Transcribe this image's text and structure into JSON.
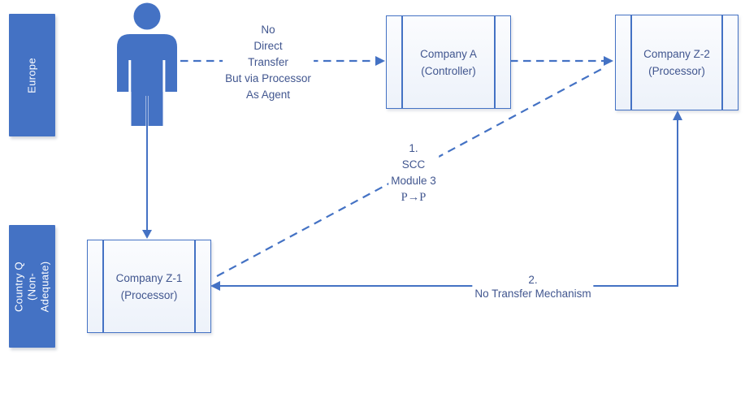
{
  "diagram": {
    "title_hint": "EU data transfer diagram",
    "regions": [
      {
        "id": "europe",
        "label": "Europe"
      },
      {
        "id": "country_q",
        "label": "Country Q\n(Non-Adequate)"
      }
    ],
    "nodes": [
      {
        "id": "data_subject",
        "type": "person-pictogram",
        "label": ""
      },
      {
        "id": "company_a",
        "type": "predefined-process-box",
        "label": "Company A\n(Controller)"
      },
      {
        "id": "company_z2",
        "type": "predefined-process-box",
        "label": "Company Z-2\n(Processor)"
      },
      {
        "id": "company_z1",
        "type": "predefined-process-box",
        "label": "Company Z-1\n(Processor)"
      }
    ],
    "edges": [
      {
        "from": "data_subject",
        "to": "company_a",
        "style": "dashed",
        "label": "No\nDirect\nTransfer\nBut via Processor\nAs Agent"
      },
      {
        "from": "company_a",
        "to": "company_z2",
        "style": "dashed",
        "label": ""
      },
      {
        "from": "data_subject",
        "to": "company_z1",
        "style": "solid",
        "label": ""
      },
      {
        "from": "company_z1",
        "to": "company_z2",
        "style": "dashed",
        "label_main": "1.\nSCC\nModule 3",
        "label_pp": "P→P"
      },
      {
        "from": "company_z2",
        "to": "company_z1",
        "style": "solid",
        "label": "2.\nNo Transfer Mechanism",
        "double_headed": true
      }
    ],
    "colors": {
      "accent_blue": "#4472C4",
      "text_blue": "#41568F",
      "region_text": "#FFFFFF",
      "box_fill_top": "#FBFCFE",
      "box_fill_bottom": "#EDF2FA",
      "background": "#FFFFFF"
    }
  }
}
